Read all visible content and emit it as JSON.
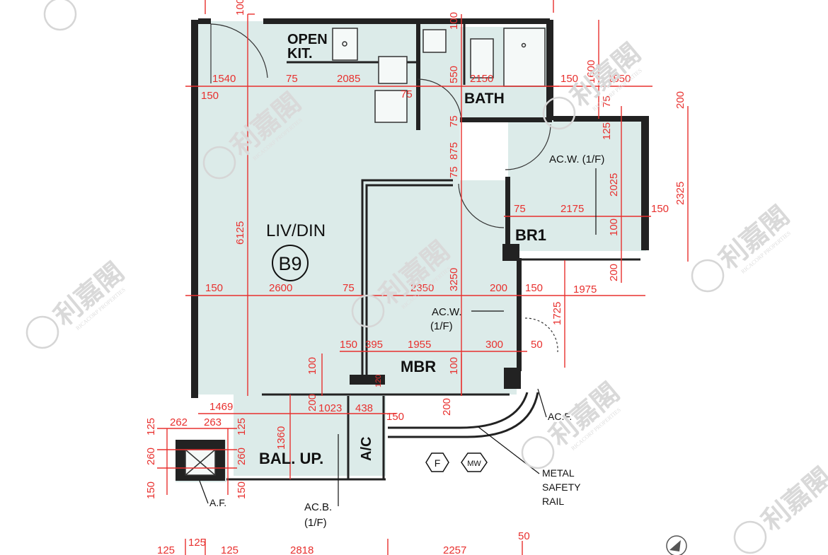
{
  "rooms": {
    "open_kit_1": "OPEN",
    "open_kit_2": "KIT.",
    "bath": "BATH",
    "liv_din": "LIV/DIN",
    "unit_code": "B9",
    "br1": "BR1",
    "mbr": "MBR",
    "bal_up": "BAL. UP.",
    "ac": "A/C"
  },
  "annotations": {
    "acw_br1": "AC.W. (1/F)",
    "acw_mbr_1": "AC.W.",
    "acw_mbr_2": "(1/F)",
    "acf": "AC.F.",
    "af": "A.F.",
    "acb_1": "AC.B.",
    "acb_2": "(1/F)",
    "rail_1": "METAL",
    "rail_2": "SAFETY",
    "rail_3": "RAIL",
    "f_symbol": "F",
    "mw_symbol": "MW"
  },
  "dimensions": {
    "d100_top": "100",
    "d100_top2": "100",
    "d1540": "1540",
    "d75_a": "75",
    "d2085": "2085",
    "d150_a": "150",
    "d75_b": "75",
    "d550": "550",
    "d2150": "2150",
    "d150_b": "150",
    "d1600": "1600",
    "d1550": "1550",
    "d75_c": "75",
    "d200_a": "200",
    "d125_a": "125",
    "d75_d": "75",
    "d875": "875",
    "d75_e": "75",
    "d2025": "2025",
    "d2325": "2325",
    "d75_f": "75",
    "d2175": "2175",
    "d150_c": "150",
    "d100_a": "100",
    "d6125": "6125",
    "d200_b": "200",
    "d150_d": "150",
    "d2600": "2600",
    "d75_g": "75",
    "d2350": "2350",
    "d3250": "3250",
    "d200_c": "200",
    "d150_e": "150",
    "d1975": "1975",
    "d1725": "1725",
    "d150_f": "150",
    "d395": "395",
    "d1955": "1955",
    "d300": "300",
    "d50_a": "50",
    "d100_b": "100",
    "d100_c": "100",
    "d120": "120",
    "d1469": "1469",
    "d200_d": "200",
    "d1023": "1023",
    "d438": "438",
    "d150_g": "150",
    "d200_e": "200",
    "d125_b": "125",
    "d262": "262",
    "d263": "263",
    "d125_c": "125",
    "d1360": "1360",
    "d260_a": "260",
    "d260_b": "260",
    "d150_h": "150",
    "d150_i": "150",
    "d125_d": "125",
    "d125_e": "125",
    "d125_f": "125",
    "d2818": "2818",
    "d2257": "2257",
    "d50_b": "50"
  },
  "watermark": {
    "brand": "利嘉閣",
    "sub": "RICACORP PROPERTIES"
  },
  "colors": {
    "room_fill": "#dcebe9",
    "wall": "#222222",
    "dimension": "#e8302e",
    "watermark": "#d9d9d9"
  }
}
